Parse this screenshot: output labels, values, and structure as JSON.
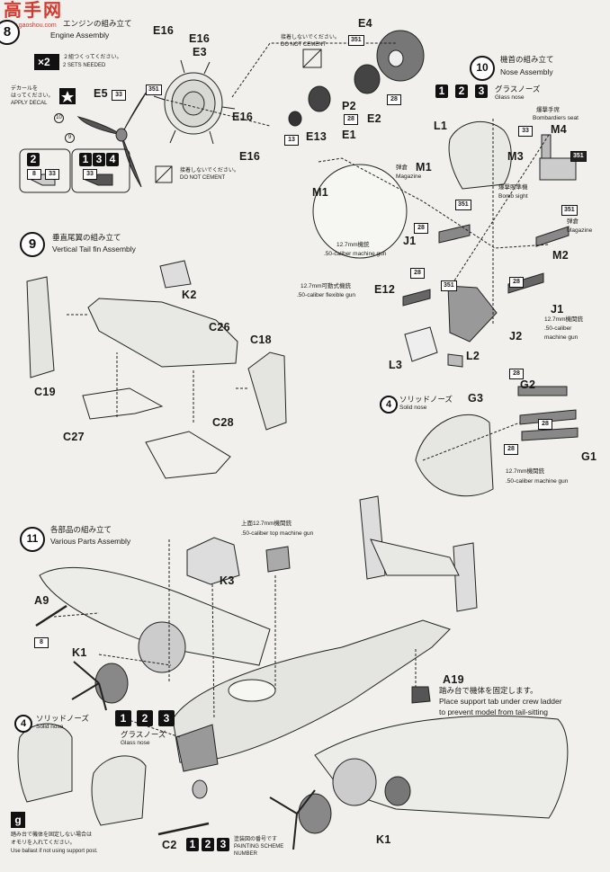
{
  "watermark": {
    "cn": "高手网",
    "url": "www.gaoshou.com"
  },
  "step8": {
    "title_jp": "エンジンの組み立て",
    "title_en": "Engine Assembly",
    "qty_jp": "２組つくってください。",
    "qty_en": "2 SETS NEEDED",
    "qty": "×2",
    "decal_jp1": "デカールを",
    "decal_jp2": "はってください。",
    "decal_en": "APPLY DECAL",
    "no_cement_jp": "接着しないでください。",
    "no_cement_en": "DO NOT CEMENT",
    "no_cement2_jp": "接着しないでください。",
    "no_cement2_en": "DO NOT CEMENT",
    "parts": [
      "E16",
      "E16",
      "E3",
      "E16",
      "E16",
      "E5",
      "E4",
      "E2",
      "P2",
      "E1",
      "E13"
    ],
    "paints": [
      "351",
      "351",
      "33",
      "28",
      "28",
      "13",
      "33",
      "33",
      "8"
    ],
    "decal_nums": [
      "10",
      "9"
    ],
    "variant_a": "2",
    "variant_b1": "1",
    "variant_b2": "3",
    "variant_b3": "4"
  },
  "step9": {
    "num": "9",
    "title_jp": "垂直尾翼の組み立て",
    "title_en": "Vertical Tail fin Assembly",
    "parts": [
      "K2",
      "C26",
      "C18",
      "C19",
      "C27",
      "C28"
    ]
  },
  "step10": {
    "num": "10",
    "title_jp": "機首の組み立て",
    "title_en": "Nose Assembly",
    "variants": [
      "1",
      "2",
      "3"
    ],
    "glass_jp": "グラスノーズ",
    "glass_en": "Glass nose",
    "bombseat_jp": "爆撃手席",
    "bombseat_en": "Bombardiers seat",
    "bombsight_jp": "爆撃照準機",
    "bombsight_en": "Bomb sight",
    "magazine_jp": "弾倉",
    "magazine_en": "Magazine",
    "magazine2_jp": "弾倉",
    "magazine2_en": "Magazine",
    "mg1_jp": "12.7mm機銃",
    "mg1_en": ".50-caliber machine gun",
    "flex_jp": "12.7mm可動式機銃",
    "flex_en": ".50-caliber flexible gun",
    "mg2_jp": "12.7mm機関銃",
    "mg2_en1": ".50-caliber",
    "mg2_en2": "machine gun",
    "parts": [
      "L1",
      "M4",
      "M3",
      "M1",
      "M1",
      "J1",
      "M2",
      "E12",
      "J1",
      "J2",
      "L2",
      "L3"
    ],
    "paints": [
      "33",
      "351",
      "351",
      "351",
      "28",
      "28",
      "351",
      "28"
    ],
    "solid_num": "4",
    "solid_jp": "ソリッドノーズ",
    "solid_en": "Solid nose",
    "solid_parts": [
      "G3",
      "G2",
      "G1"
    ],
    "solid_paints": [
      "28",
      "28",
      "28"
    ],
    "solid_mg_jp": "12.7mm機関銃",
    "solid_mg_en": ".50-caliber machine gun"
  },
  "step11": {
    "num": "11",
    "title_jp": "各部品の組み立て",
    "title_en": "Various Parts Assembly",
    "topgun_jp": "上面12.7mm機関銃",
    "topgun_en": ".50-caliber top machine gun",
    "parts": [
      "K3",
      "A9",
      "K1",
      "A19",
      "K1",
      "C2"
    ],
    "paint_a9": "8",
    "support_jp": "踏み台で機体を固定します。",
    "support_en1": "Place support tab under crew ladder",
    "support_en2": "to prevent model from tail-sitting",
    "solid_num": "4",
    "solid_jp": "ソリッドノーズ",
    "solid_en": "Solid nose",
    "glass_variants": [
      "1",
      "2",
      "3"
    ],
    "glass_jp": "グラスノーズ",
    "glass_en": "Glass nose",
    "scheme_variants": [
      "1",
      "2",
      "3"
    ],
    "scheme_jp": "塗装図の番号です",
    "scheme_en1": "PAINTING SCHEME",
    "scheme_en2": "NUMBER"
  },
  "ballast": {
    "icon": "g",
    "jp1": "踏み台で機体を固定しない場合は",
    "jp2": "オモリを入れてください。",
    "en": "Use ballast if not using support post."
  }
}
